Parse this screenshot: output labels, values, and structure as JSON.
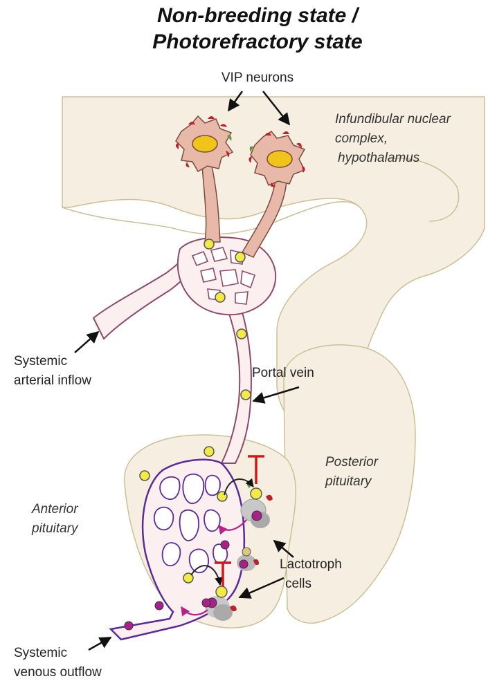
{
  "title": {
    "line1": "Non-breeding state /",
    "line2": "Photorefractory state"
  },
  "labels": {
    "vip_neurons": "VIP neurons",
    "hypothalamus_1": "Infundibular nuclear",
    "hypothalamus_2": "complex,",
    "hypothalamus_3": "hypothalamus",
    "arterial_1": "Systemic",
    "arterial_2": "arterial inflow",
    "portal_vein": "Portal vein",
    "posterior_1": "Posterior",
    "posterior_2": "pituitary",
    "anterior_1": "Anterior",
    "anterior_2": "pituitary",
    "lactotroph_1": "Lactotroph",
    "lactotroph_2": "cells",
    "venous_1": "Systemic",
    "venous_2": "venous outflow"
  },
  "colors": {
    "tissue": "#f6efe1",
    "tissue_outline": "#cbbf96",
    "neuron_body": "#e8b8a8",
    "neuron_outline": "#7a4a3a",
    "nucleus": "#f0c419",
    "vessel_fill": "#fbeff0",
    "vessel_outline": "#8c4a6a",
    "anterior_vessel": "#5a2a9a",
    "vip_dot": "#f3ea45",
    "prolactin_dot": "#a8208a",
    "receptor_red": "#c0202a",
    "receptor_green": "#5a9a30",
    "inhibit_red": "#d01818",
    "lactotroph_cell": "#b0b0b0",
    "arrow": "#111111"
  }
}
